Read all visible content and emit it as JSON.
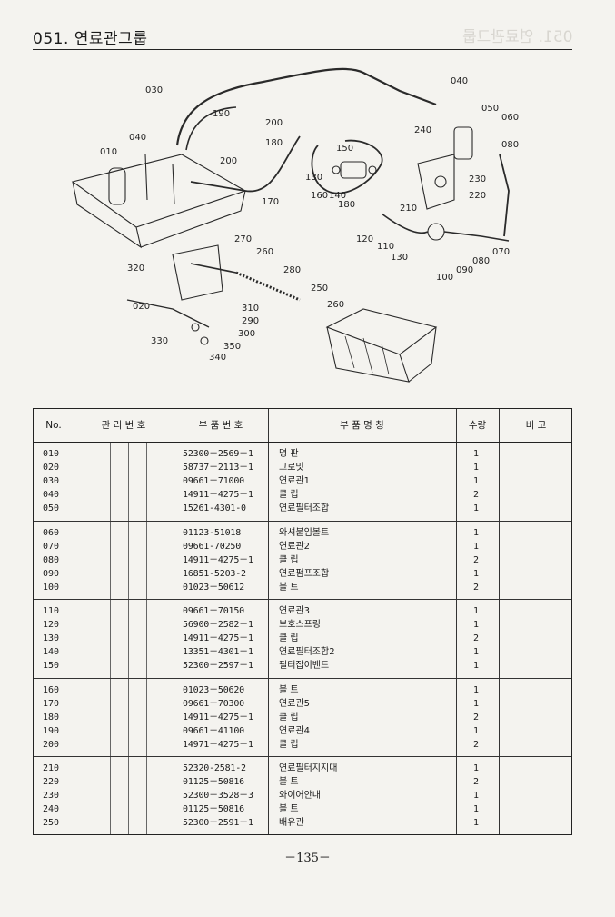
{
  "header": {
    "title": "051. 연료관그룹",
    "ghost_title": "051. 연료관그룹"
  },
  "diagram": {
    "callouts": [
      "010",
      "020",
      "030",
      "040",
      "040",
      "050",
      "060",
      "070",
      "080",
      "090",
      "100",
      "110",
      "120",
      "130",
      "130",
      "140",
      "150",
      "160",
      "170",
      "180",
      "180",
      "190",
      "200",
      "200",
      "210",
      "220",
      "230",
      "240",
      "250",
      "260",
      "260",
      "270",
      "280",
      "290",
      "300",
      "310",
      "320",
      "330",
      "340",
      "350"
    ]
  },
  "table": {
    "headers": {
      "no": "No.",
      "mgmt": "관 리 번 호",
      "part_no": "부 품 번 호",
      "part_name": "부 품 명 칭",
      "qty": "수량",
      "remark": "비 고"
    },
    "groups": [
      [
        {
          "no": "010",
          "part_no": "52300－2569－1",
          "name": "명 판",
          "qty": "1"
        },
        {
          "no": "020",
          "part_no": "58737－2113－1",
          "name": "그로밋",
          "qty": "1"
        },
        {
          "no": "030",
          "part_no": "09661－71000",
          "name": "연료관1",
          "qty": "1"
        },
        {
          "no": "040",
          "part_no": "14911－4275－1",
          "name": "클 립",
          "qty": "2"
        },
        {
          "no": "050",
          "part_no": "15261-4301-0",
          "name": "연료필터조합",
          "qty": "1"
        }
      ],
      [
        {
          "no": "060",
          "part_no": "01123-51018",
          "name": "와셔붙임볼트",
          "qty": "1"
        },
        {
          "no": "070",
          "part_no": "09661-70250",
          "name": "연료관2",
          "qty": "1"
        },
        {
          "no": "080",
          "part_no": "14911－4275－1",
          "name": "클 립",
          "qty": "2"
        },
        {
          "no": "090",
          "part_no": "16851-5203-2",
          "name": "연료펌프조합",
          "qty": "1"
        },
        {
          "no": "100",
          "part_no": "01023－50612",
          "name": "볼 트",
          "qty": "2"
        }
      ],
      [
        {
          "no": "110",
          "part_no": "09661－70150",
          "name": "연료관3",
          "qty": "1"
        },
        {
          "no": "120",
          "part_no": "56900－2582－1",
          "name": "보호스프링",
          "qty": "1"
        },
        {
          "no": "130",
          "part_no": "14911－4275－1",
          "name": "클 립",
          "qty": "2"
        },
        {
          "no": "140",
          "part_no": "13351－4301－1",
          "name": "연료필터조합2",
          "qty": "1"
        },
        {
          "no": "150",
          "part_no": "52300－2597－1",
          "name": "필터잡이밴드",
          "qty": "1"
        }
      ],
      [
        {
          "no": "160",
          "part_no": "01023－50620",
          "name": "볼 트",
          "qty": "1"
        },
        {
          "no": "170",
          "part_no": "09661－70300",
          "name": "연료관5",
          "qty": "1"
        },
        {
          "no": "180",
          "part_no": "14911－4275－1",
          "name": "클 립",
          "qty": "2"
        },
        {
          "no": "190",
          "part_no": "09661－41100",
          "name": "연료관4",
          "qty": "1"
        },
        {
          "no": "200",
          "part_no": "14971－4275－1",
          "name": "클 립",
          "qty": "2"
        }
      ],
      [
        {
          "no": "210",
          "part_no": "52320-2581-2",
          "name": "연료필터지지대",
          "qty": "1"
        },
        {
          "no": "220",
          "part_no": "01125－50816",
          "name": "볼 트",
          "qty": "2"
        },
        {
          "no": "230",
          "part_no": "52300－3528－3",
          "name": "와이어안내",
          "qty": "1"
        },
        {
          "no": "240",
          "part_no": "01125－50816",
          "name": "볼 트",
          "qty": "1"
        },
        {
          "no": "250",
          "part_no": "52300－2591－1",
          "name": "배유관",
          "qty": "1"
        }
      ]
    ]
  },
  "footer": {
    "page_number": "－135－"
  }
}
